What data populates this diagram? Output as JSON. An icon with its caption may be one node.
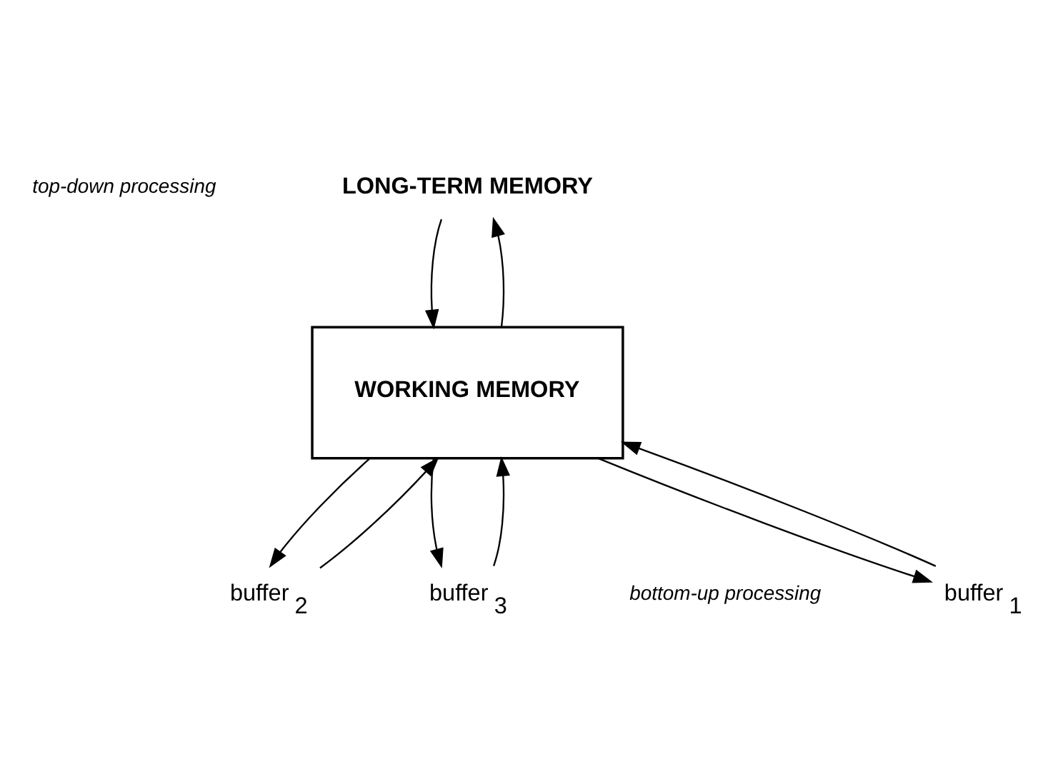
{
  "diagram": {
    "nodes": [
      {
        "text": [
          "LONG-TERM MEMORY"
        ]
      },
      {
        "text": [
          "WORKING MEMORY"
        ]
      },
      {
        "text": [
          "buffer $_{1}$"
        ]
      },
      {
        "text": [
          "buffer $_{2}$"
        ]
      },
      {
        "text": [
          "buffer $_{3}$"
        ]
      }
    ],
    "edges": [
      {
        "from": 0,
        "to": 1,
        "arrow": "to"
      },
      {
        "from": 1,
        "to": 0,
        "arrow": "to"
      },
      {
        "from": 1,
        "to": 2,
        "arrow": "to"
      },
      {
        "from": 2,
        "to": 1,
        "arrow": "to"
      },
      {
        "from": 1,
        "to": 3,
        "arrow": "to"
      },
      {
        "from": 3,
        "to": 1,
        "arrow": "to"
      },
      {
        "from": 4,
        "to": 1,
        "arrow": "to"
      },
      {
        "from": 1,
        "to": 4,
        "arrow": "to"
      }
    ],
    "labels": [
      "top-down processing",
      "bottom-up processing"
    ]
  }
}
